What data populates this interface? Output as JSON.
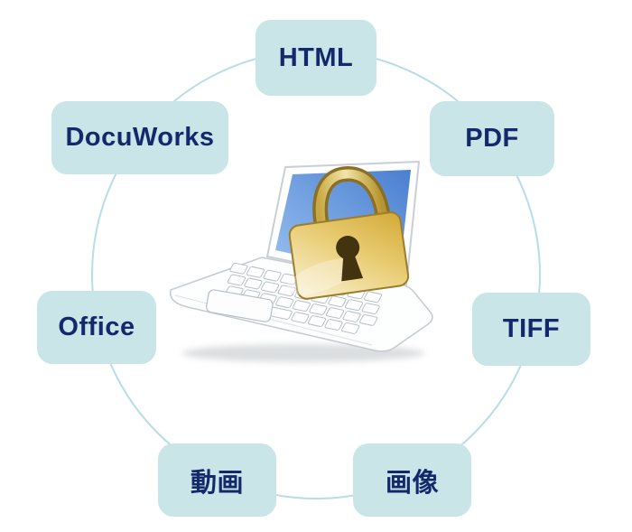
{
  "diagram": {
    "center_illustration": "laptop-with-padlock-icon",
    "nodes": [
      {
        "id": "html",
        "label": "HTML"
      },
      {
        "id": "pdf",
        "label": "PDF"
      },
      {
        "id": "tiff",
        "label": "TIFF"
      },
      {
        "id": "image",
        "label": "画像"
      },
      {
        "id": "video",
        "label": "動画"
      },
      {
        "id": "office",
        "label": "Office"
      },
      {
        "id": "docuworks",
        "label": "DocuWorks"
      }
    ],
    "colors": {
      "node_fill": "#c9e5e8",
      "node_text": "#14296b",
      "ring": "#b7dde9",
      "screen_blue": "#4a7fd0",
      "lock_gold": "#d2a937"
    }
  }
}
